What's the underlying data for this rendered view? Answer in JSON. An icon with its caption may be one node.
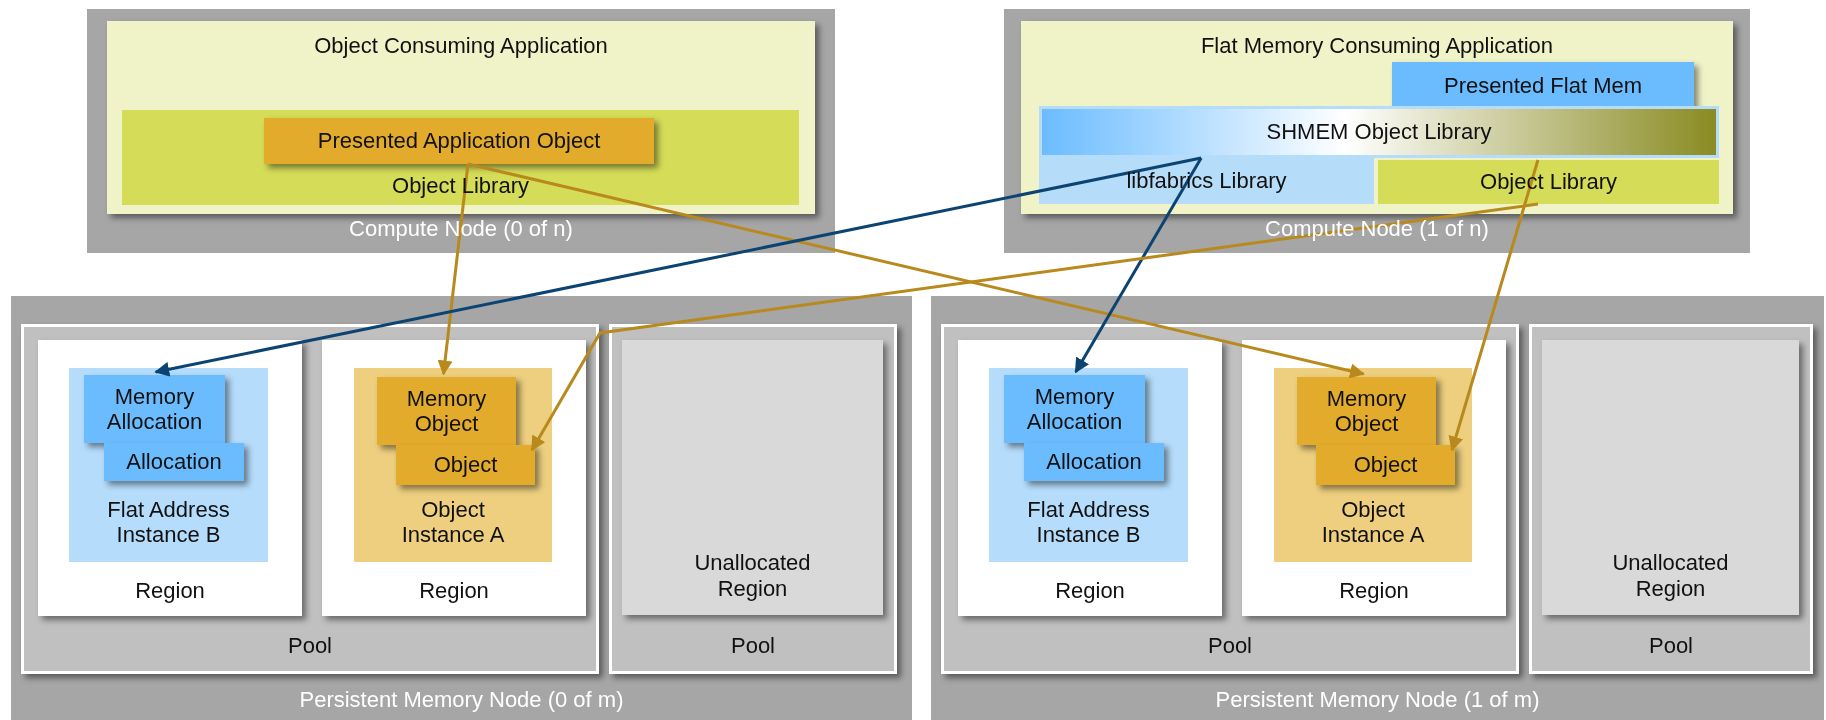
{
  "diagram": {
    "nodes": [
      {
        "text": [
          "Compute Node (0 of n)"
        ]
      },
      {
        "text": [
          "Object Consuming Application"
        ],
        "in": 0
      },
      {
        "text": [
          "Object Library"
        ],
        "in": 1
      },
      {
        "text": [
          "Presented Application Object"
        ],
        "in": 2
      },
      {
        "text": [
          "Compute Node (1 of n)"
        ]
      },
      {
        "text": [
          "Flat Memory Consuming Application"
        ],
        "in": 4
      },
      {
        "text": [
          "Presented Flat Mem"
        ],
        "in": 5
      },
      {
        "text": [
          "SHMEM Object Library"
        ],
        "in": 5
      },
      {
        "text": [
          "libfabrics Library"
        ],
        "in": 5
      },
      {
        "text": [
          "Object Library"
        ],
        "in": 5
      },
      {
        "text": [
          "Persistent Memory Node (0 of m)"
        ]
      },
      {
        "text": [
          "Pool"
        ],
        "in": 10
      },
      {
        "text": [
          "Region"
        ],
        "in": 11
      },
      {
        "text": [
          "Flat Address Instance B"
        ],
        "in": 12
      },
      {
        "text": [
          "Memory Allocation"
        ],
        "in": 13
      },
      {
        "text": [
          "Allocation"
        ],
        "in": 13
      },
      {
        "text": [
          "Region"
        ],
        "in": 11
      },
      {
        "text": [
          "Object Instance A"
        ],
        "in": 16
      },
      {
        "text": [
          "Memory Object"
        ],
        "in": 17
      },
      {
        "text": [
          "Object"
        ],
        "in": 17
      },
      {
        "text": [
          "Pool"
        ],
        "in": 10
      },
      {
        "text": [
          "Unallocated Region"
        ],
        "in": 20
      },
      {
        "text": [
          "Persistent Memory Node (1 of m)"
        ]
      },
      {
        "text": [
          "Pool"
        ],
        "in": 22
      },
      {
        "text": [
          "Region"
        ],
        "in": 23
      },
      {
        "text": [
          "Flat Address Instance B"
        ],
        "in": 24
      },
      {
        "text": [
          "Memory Allocation"
        ],
        "in": 25
      },
      {
        "text": [
          "Allocation"
        ],
        "in": 25
      },
      {
        "text": [
          "Region"
        ],
        "in": 23
      },
      {
        "text": [
          "Object Instance A"
        ],
        "in": 28
      },
      {
        "text": [
          "Memory Object"
        ],
        "in": 29
      },
      {
        "text": [
          "Object"
        ],
        "in": 29
      },
      {
        "text": [
          "Pool"
        ],
        "in": 22
      },
      {
        "text": [
          "Unallocated Region"
        ],
        "in": 32
      }
    ],
    "edges": [
      {
        "from": 3,
        "to": 18,
        "arrow": "to"
      },
      {
        "from": 3,
        "to": 30,
        "arrow": "to"
      },
      {
        "from": 8,
        "to": 14,
        "arrow": "to",
        "color": "#0b4472"
      },
      {
        "from": 8,
        "to": 26,
        "arrow": "to",
        "color": "#0b4472"
      },
      {
        "from": 9,
        "to": 19,
        "arrow": "to"
      },
      {
        "from": 9,
        "to": 31,
        "arrow": "to"
      }
    ]
  }
}
